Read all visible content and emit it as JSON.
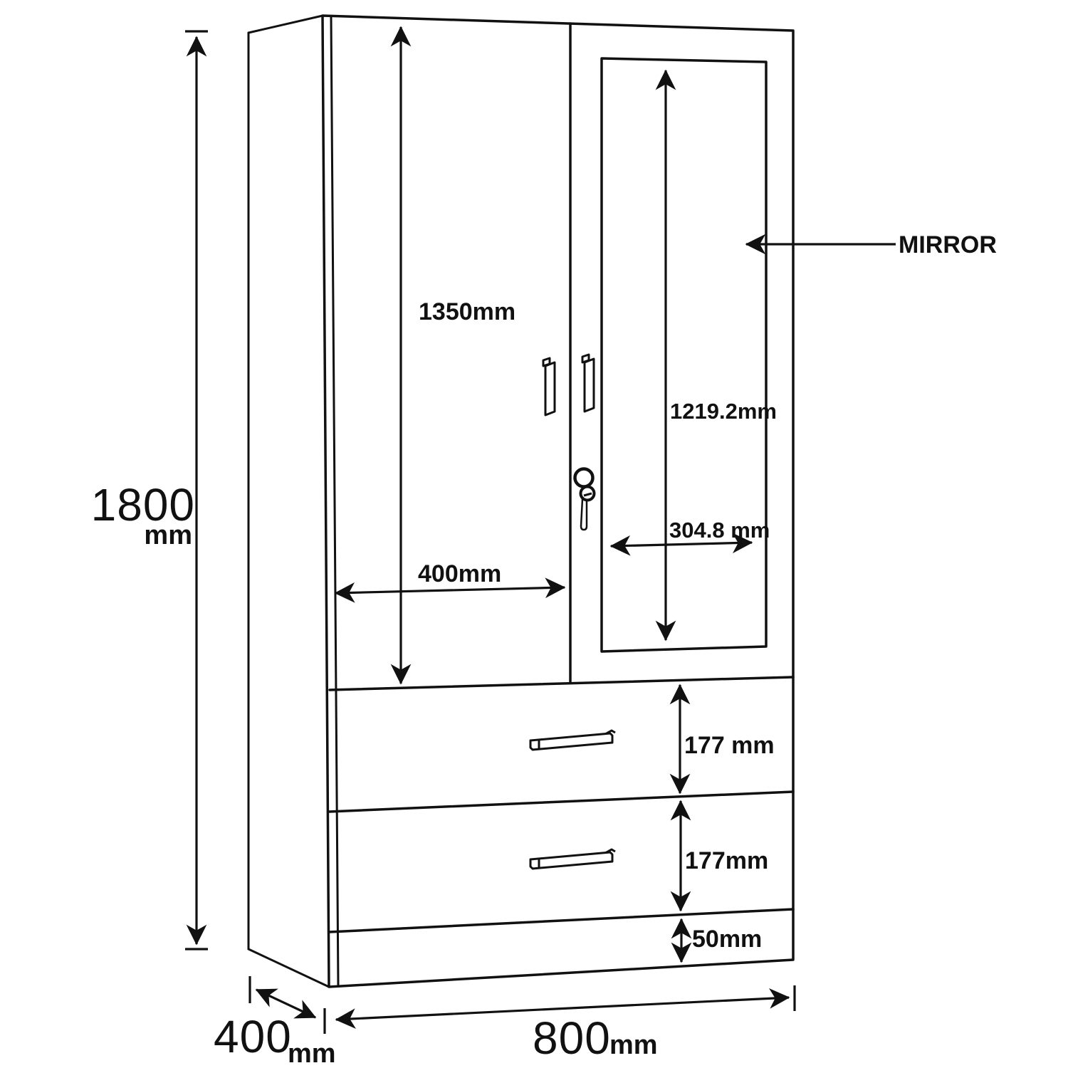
{
  "diagram": {
    "labels": {
      "mirror_callout": "MIRROR"
    },
    "dimensions": {
      "overall_height": {
        "value": "1800",
        "unit": "mm"
      },
      "overall_width": {
        "value": "800",
        "unit": "mm"
      },
      "overall_depth": {
        "value": "400",
        "unit": "mm"
      },
      "door_height": "1350mm",
      "door_width": "400mm",
      "mirror_height": "1219.2mm",
      "mirror_width": "304.8 mm",
      "drawer_top_height": "177 mm",
      "drawer_bottom_height": "177mm",
      "plinth_height": "50mm"
    },
    "colors": {
      "line": "#111111",
      "background": "#ffffff"
    }
  }
}
